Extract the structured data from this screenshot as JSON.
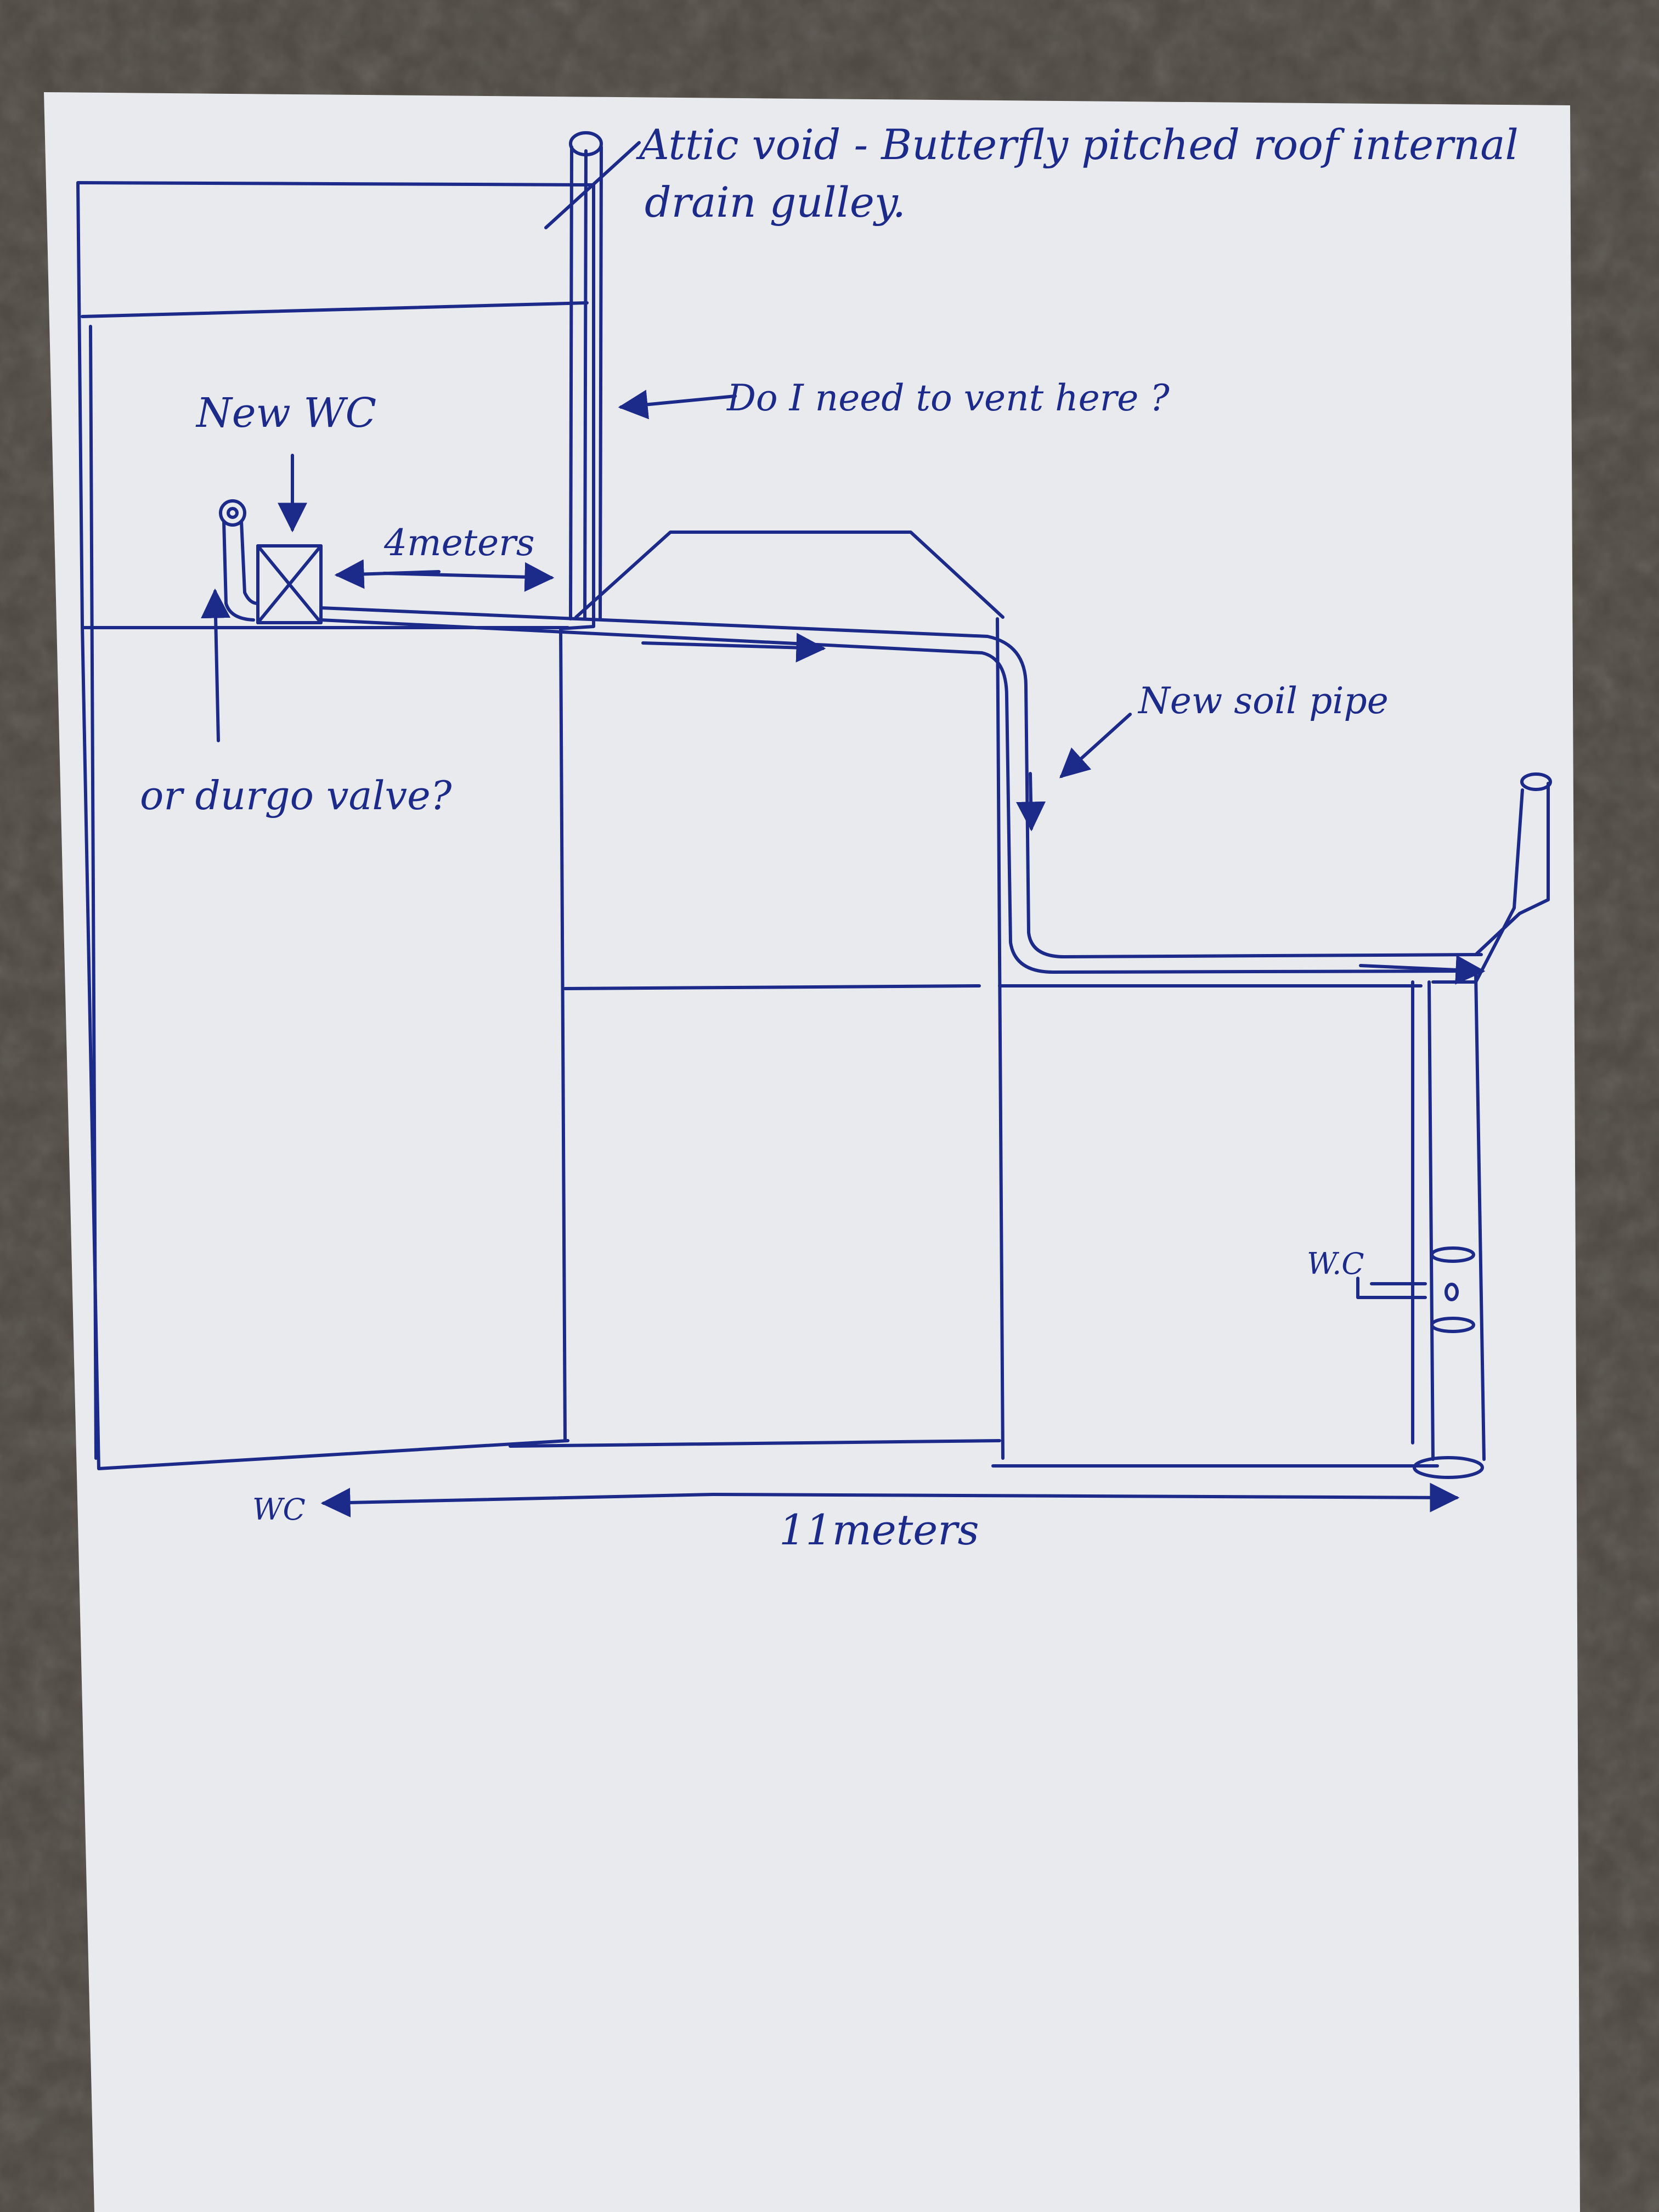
{
  "ink_color": "#1c2a8a",
  "paper_color": "#e9eaee",
  "background_color": "#4d4841",
  "labels": {
    "attic_note_line1": "Attic void - Butterfly pitched roof internal",
    "attic_note_line2": "drain gulley.",
    "vent_question": "Do I need to vent here ?",
    "new_wc": "New WC",
    "four_meters": "4meters",
    "durgo_valve": "or durgo valve?",
    "new_soil_pipe": "New soil pipe",
    "existing_wc": "W.C",
    "wc_left": "WC",
    "eleven_meters": "11meters"
  }
}
